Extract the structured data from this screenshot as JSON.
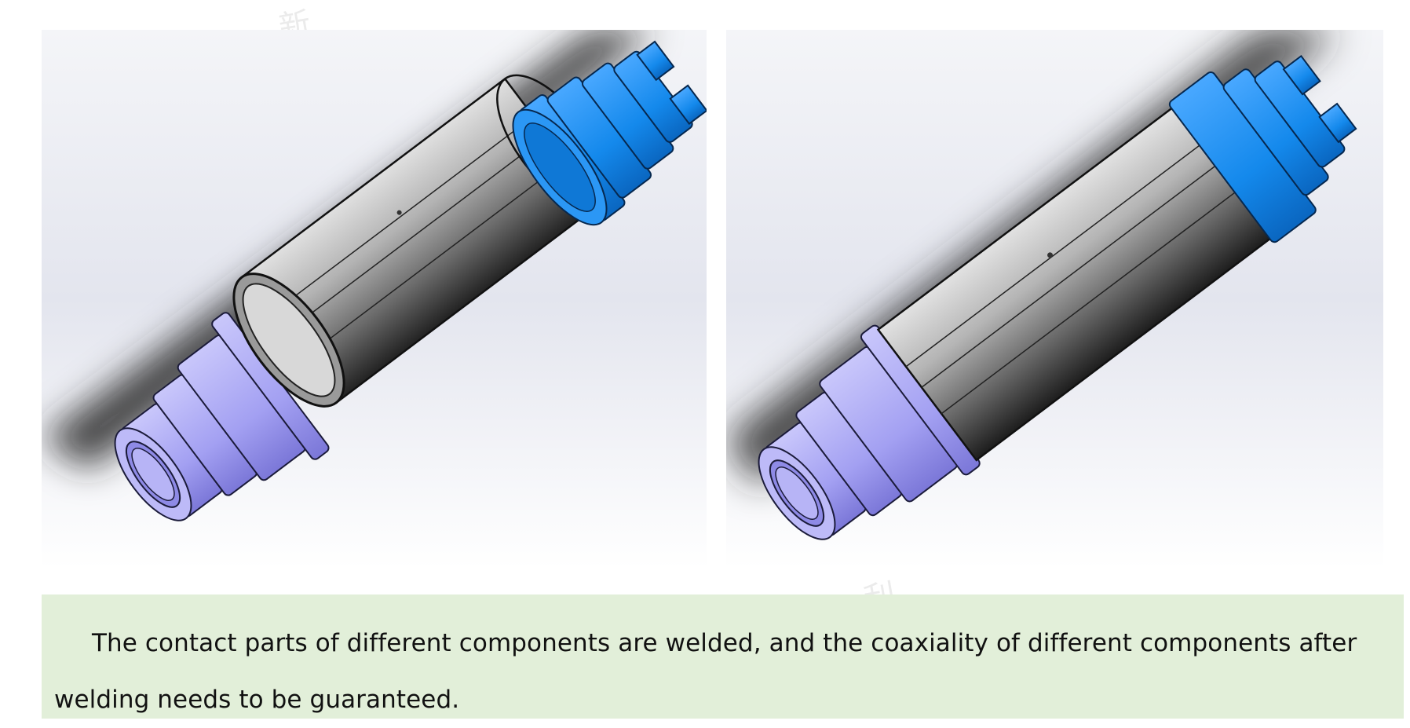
{
  "figures": [
    {
      "id": "exploded",
      "icon": "exploded-assembly-render"
    },
    {
      "id": "assembled",
      "icon": "welded-assembly-render"
    }
  ],
  "colors": {
    "background": "#ffffff",
    "caption_background": "#e2efd9",
    "lavender_part": "#a9a6f5",
    "blue_part": "#1a8cf0",
    "gray_tube": "#a8a8a8"
  },
  "caption": {
    "text": "The contact parts of different components are welded, and the coaxiality of different components after welding needs to be guaranteed."
  }
}
